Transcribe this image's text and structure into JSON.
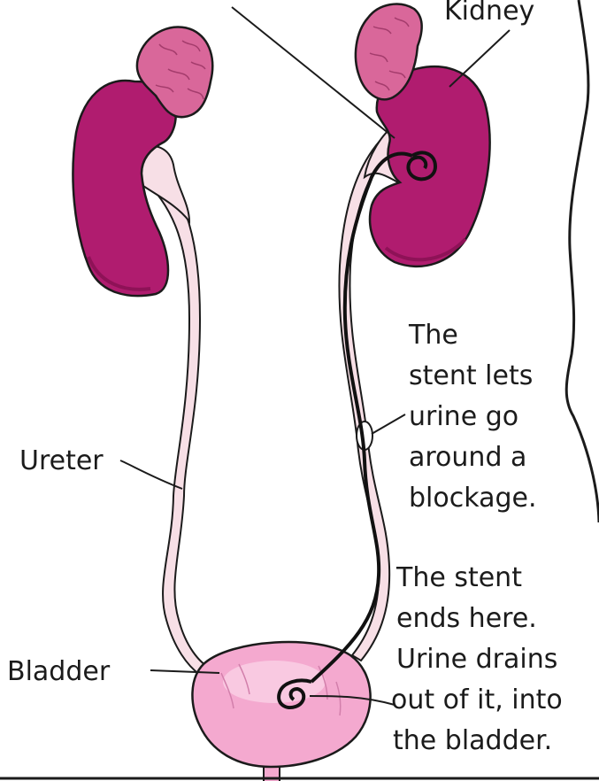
{
  "labels": {
    "kidney": "Kidney",
    "ureter": "Ureter",
    "bladder": "Bladder",
    "stent_note": [
      "The",
      "stent lets",
      "urine go",
      "around a",
      "blockage."
    ],
    "stent_end_note": [
      "The stent",
      "ends here.",
      "Urine drains",
      "out of it, into",
      "the bladder."
    ]
  },
  "colors": {
    "kidney": "#b01c6f",
    "kidney_shadow": "#8e1257",
    "adrenal": "#d9679a",
    "ureter": "#f7dfe6",
    "bladder": "#f4a9cf",
    "bladder_highlight": "#f9c9e1",
    "stent": "#111111",
    "outline": "#1b1b1b"
  }
}
